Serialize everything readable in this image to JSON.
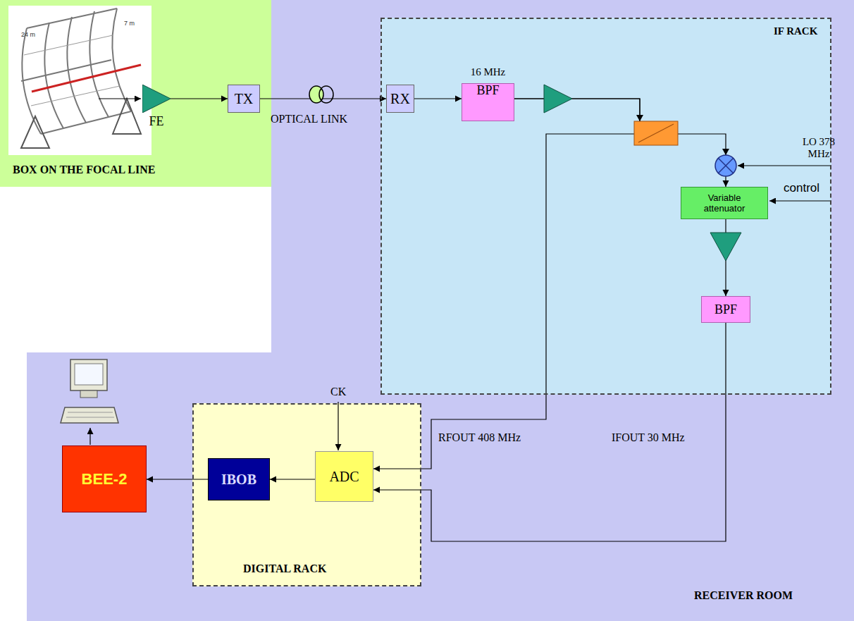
{
  "diagram": {
    "nodes": [
      {
        "text": [
          "RECEIVER ROOM"
        ]
      },
      {
        "text": [
          "BOX ON THE FOCAL LINE"
        ]
      },
      {
        "text": [
          "FE"
        ],
        "in": 1
      },
      {
        "text": [
          "TX"
        ],
        "in": 1
      },
      {
        "text": [
          "IF RACK"
        ],
        "in": 0
      },
      {
        "text": [
          "RX"
        ],
        "in": 4
      },
      {
        "text": [
          "16 MHz",
          "BPF"
        ],
        "in": 4
      },
      {
        "text": [
          "Variable attenuator"
        ],
        "in": 4
      },
      {
        "text": [
          "BPF"
        ],
        "in": 4
      },
      {
        "text": [
          "DIGITAL RACK"
        ],
        "in": 0
      },
      {
        "text": [
          "ADC"
        ],
        "in": 9
      },
      {
        "text": [
          "IBOB"
        ],
        "in": 9
      },
      {
        "text": [
          "BEE-2"
        ],
        "in": 0
      }
    ],
    "edges": [
      {
        "from": 2,
        "to": 3,
        "arrow": "to"
      },
      {
        "from": 3,
        "to": 5,
        "label": "OPTICAL LINK",
        "arrow": "to"
      },
      {
        "from": 5,
        "to": 6,
        "arrow": "to"
      },
      {
        "from": 6,
        "to": 7,
        "arrow": "to"
      },
      {
        "from": 7,
        "to": 8,
        "arrow": "to"
      },
      {
        "from": 8,
        "to": 10,
        "label": "IFOUT 30 MHz",
        "arrow": "to"
      },
      {
        "from": 6,
        "to": 10,
        "label": "RFOUT 408 MHz",
        "arrow": "to"
      },
      {
        "from": 10,
        "to": 11,
        "arrow": "to"
      },
      {
        "from": 11,
        "to": 12,
        "arrow": "to"
      }
    ],
    "labels": [
      "LO 378 MHz",
      "control",
      "CK",
      "24 m",
      "7 m"
    ]
  }
}
